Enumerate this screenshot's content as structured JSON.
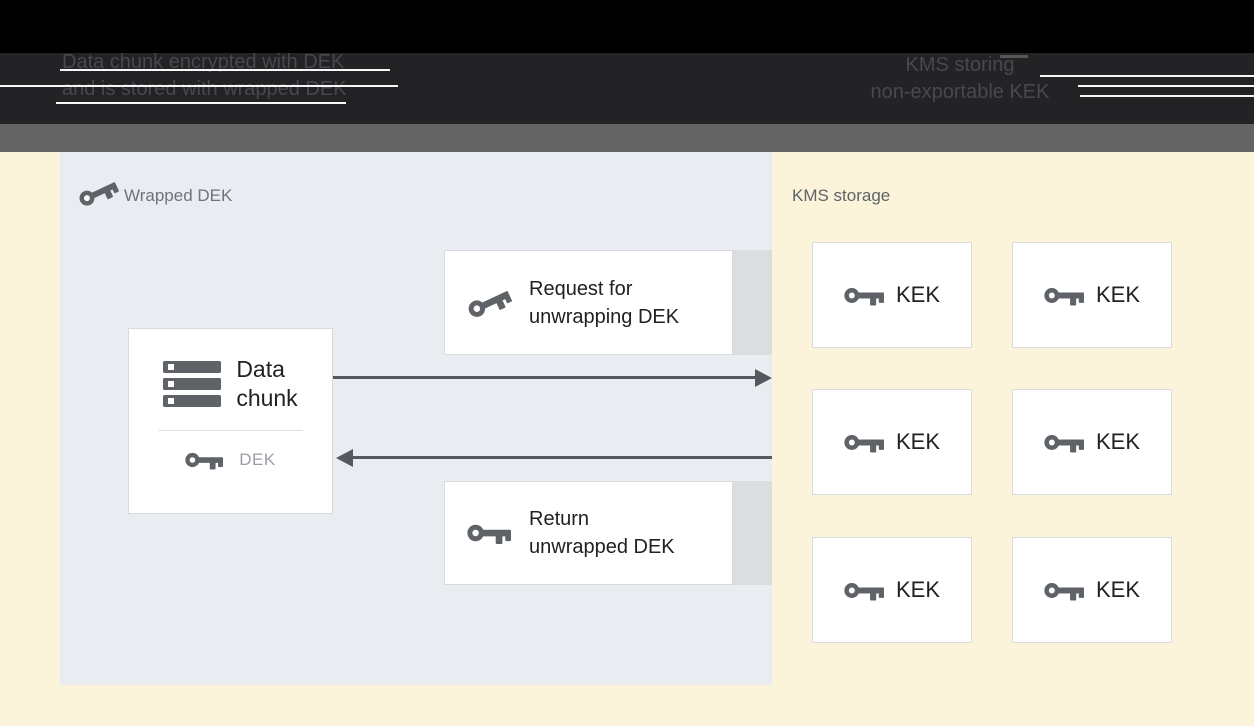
{
  "header": {
    "left_caption": {
      "line1": "Data chunk encrypted with DEK",
      "line2": "and is stored with wrapped DEK"
    },
    "right_caption": {
      "line1": "KMS storing",
      "line2": "non-exportable KEK"
    }
  },
  "panel": {
    "title": "Wrapped DEK",
    "data_chunk": {
      "line1": "Data",
      "line2": "chunk",
      "key_label": "DEK"
    },
    "request_box": {
      "line1": "Request for",
      "line2": "unwrapping DEK"
    },
    "return_box": {
      "line1": "Return",
      "line2": "unwrapped DEK"
    }
  },
  "kms": {
    "title": "KMS storage",
    "cards": [
      {
        "label": "KEK"
      },
      {
        "label": "KEK"
      },
      {
        "label": "KEK"
      },
      {
        "label": "KEK"
      },
      {
        "label": "KEK"
      },
      {
        "label": "KEK"
      }
    ]
  },
  "colors": {
    "header_black": "#000000",
    "header_charcoal": "#232325",
    "header_text": "#46494d",
    "divider_band": "#646464",
    "canvas_cream": "#fbf3da",
    "panel_blue_gray": "#e9edf1",
    "box_white": "#ffffff",
    "box_border": "#d8dadd",
    "side_strip": "#dcdddf",
    "icon_gray": "#5f6368",
    "arrow_gray": "#55585c",
    "text_dark": "#212121",
    "text_muted": "#9aa0a6"
  },
  "icons": {
    "key": "key-icon",
    "storage": "storage-stack-icon",
    "arrow_right": "arrow-right",
    "arrow_left": "arrow-left"
  }
}
